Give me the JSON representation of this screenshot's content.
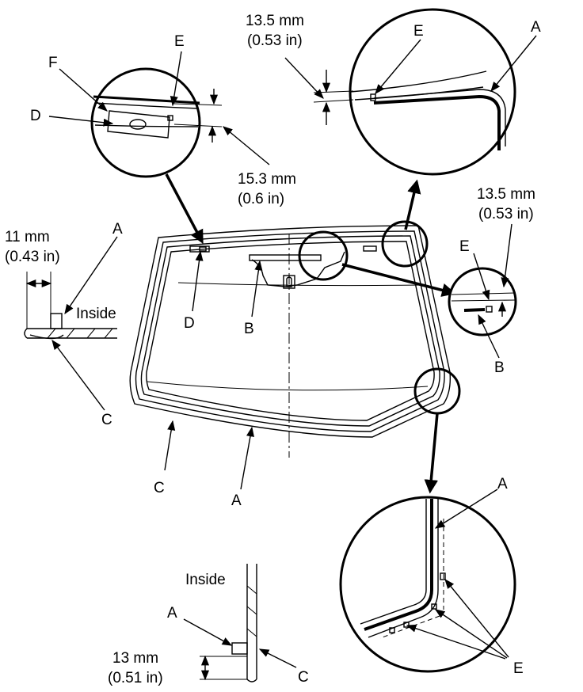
{
  "labels": {
    "a": "A",
    "b": "B",
    "c": "C",
    "d": "D",
    "e": "E",
    "f": "F",
    "inside": "Inside"
  },
  "dimensions": {
    "d1_mm": "13.5 mm",
    "d1_in": "(0.53 in)",
    "d2_mm": "15.3 mm",
    "d2_in": "(0.6 in)",
    "d3_mm": "13.5 mm",
    "d3_in": "(0.53 in)",
    "d4_mm": "11 mm",
    "d4_in": "(0.43 in)",
    "d5_mm": "13 mm",
    "d5_in": "(0.51 in)"
  }
}
